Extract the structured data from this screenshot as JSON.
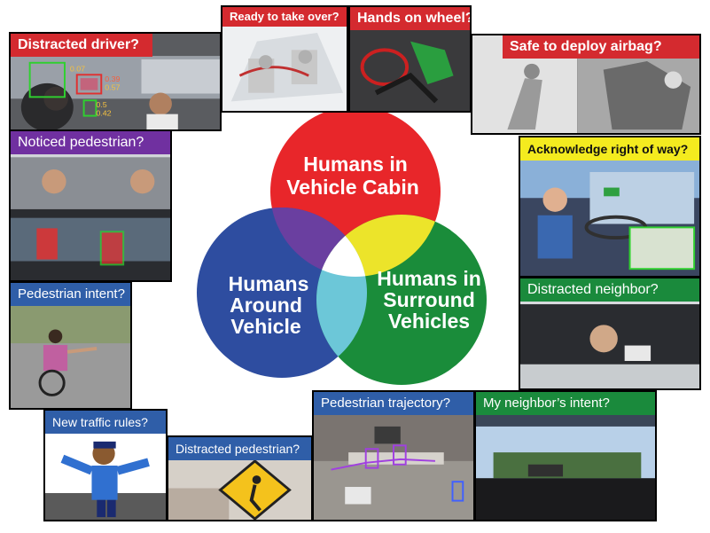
{
  "colors": {
    "red": "#d42a2f",
    "purple": "#7030a0",
    "blue": "#2f5ea8",
    "green": "#1a8a3c",
    "yellow": "#f4eb1f",
    "venn_red": "#e8262a",
    "venn_blue": "#2e4da0",
    "venn_green": "#1a8c3a",
    "venn_yellow": "#ece42a",
    "venn_purple": "#6a3fa0",
    "venn_cyan": "#6cc7d8"
  },
  "venn": {
    "cabin": [
      "Humans in",
      "Vehicle Cabin"
    ],
    "around": [
      "Humans",
      "Around",
      "Vehicle"
    ],
    "surround": [
      "Humans in",
      "Surround",
      "Vehicles"
    ]
  },
  "panels": {
    "distracted_driver": {
      "title": "Distracted driver?",
      "scores": [
        "0.07",
        "0.39",
        "0.57",
        "0.5",
        "0.42"
      ]
    },
    "ready_take_over": {
      "title": "Ready to take over?"
    },
    "hands_on_wheel": {
      "title": "Hands on wheel?"
    },
    "safe_airbag": {
      "title": "Safe to deploy airbag?"
    },
    "noticed_pedestrian": {
      "title": "Noticed pedestrian?"
    },
    "acknowledge_right": {
      "title": "Acknowledge right of way?"
    },
    "pedestrian_intent": {
      "title": "Pedestrian intent?"
    },
    "distracted_neighbor": {
      "title": "Distracted neighbor?"
    },
    "new_traffic_rules": {
      "title": "New traffic rules?"
    },
    "distracted_pedestrian": {
      "title": "Distracted pedestrian?"
    },
    "pedestrian_trajectory": {
      "title": "Pedestrian trajectory?"
    },
    "neighbor_intent": {
      "title": "My neighbor’s intent?"
    }
  }
}
